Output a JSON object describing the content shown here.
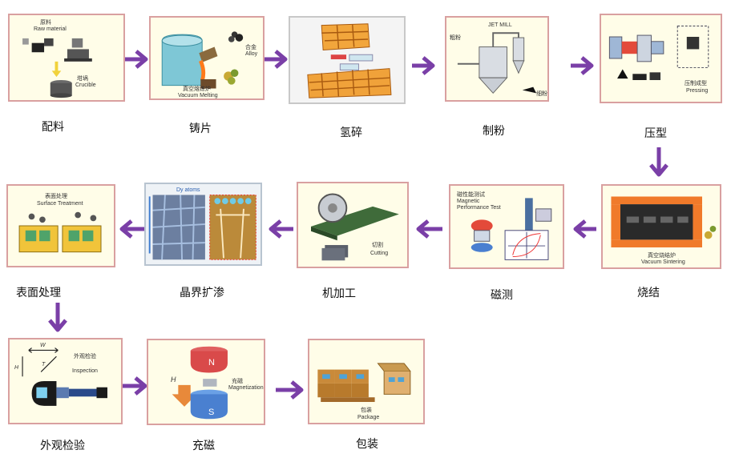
{
  "steps": [
    {
      "id": "batching",
      "caption": "配料",
      "labels": {
        "raw_cn": "原料",
        "raw_en": "Raw material",
        "crucible_cn": "坩埚",
        "crucible_en": "Crucible"
      }
    },
    {
      "id": "strip-casting",
      "caption": "铸片",
      "labels": {
        "alloy_cn": "合金",
        "alloy_en": "Alloy",
        "furnace_cn": "真空熔炼炉",
        "furnace_en": "Vacuum Melting"
      }
    },
    {
      "id": "hydrogen-decrepitation",
      "caption": "氢碎"
    },
    {
      "id": "jet-milling",
      "caption": "制粉",
      "labels": {
        "jetmill": "JET MILL",
        "coarse": "粗粉",
        "fine": "细粉"
      }
    },
    {
      "id": "pressing",
      "caption": "压型",
      "labels": {
        "press_cn": "压制成型",
        "press_en": "Pressing"
      }
    },
    {
      "id": "sintering",
      "caption": "烧结",
      "labels": {
        "furnace_cn": "真空烧结炉",
        "furnace_en": "Vacuum Sintering"
      }
    },
    {
      "id": "magnetic-testing",
      "caption": "磁测",
      "labels": {
        "test_cn": "磁性能测试",
        "test_en1": "Magnetic",
        "test_en2": "Performance Test"
      }
    },
    {
      "id": "machining",
      "caption": "机加工",
      "labels": {
        "cut_cn": "切割",
        "cut_en": "Cutting"
      }
    },
    {
      "id": "grain-boundary-diffusion",
      "caption": "晶界扩渗",
      "labels": {
        "dy": "Dy atoms"
      }
    },
    {
      "id": "surface-treatment",
      "caption": "表面处理",
      "labels": {
        "st_cn": "表面处理",
        "st_en": "Surface Treatment"
      }
    },
    {
      "id": "visual-inspection",
      "caption": "外观检验",
      "labels": {
        "w": "W",
        "h": "H",
        "t": "T",
        "insp_cn": "外观检验",
        "insp_en": "Inspection"
      }
    },
    {
      "id": "magnetization",
      "caption": "充磁",
      "labels": {
        "n": "N",
        "s": "S",
        "h": "H",
        "mag_cn": "充磁",
        "mag_en": "Magnetization"
      }
    },
    {
      "id": "packaging",
      "caption": "包装",
      "labels": {
        "pack_cn": "包装",
        "pack_en": "Package"
      }
    }
  ],
  "colors": {
    "arrow": "#7a3fa7",
    "frame": "#d9a0a0",
    "panel": "#fffde8"
  }
}
